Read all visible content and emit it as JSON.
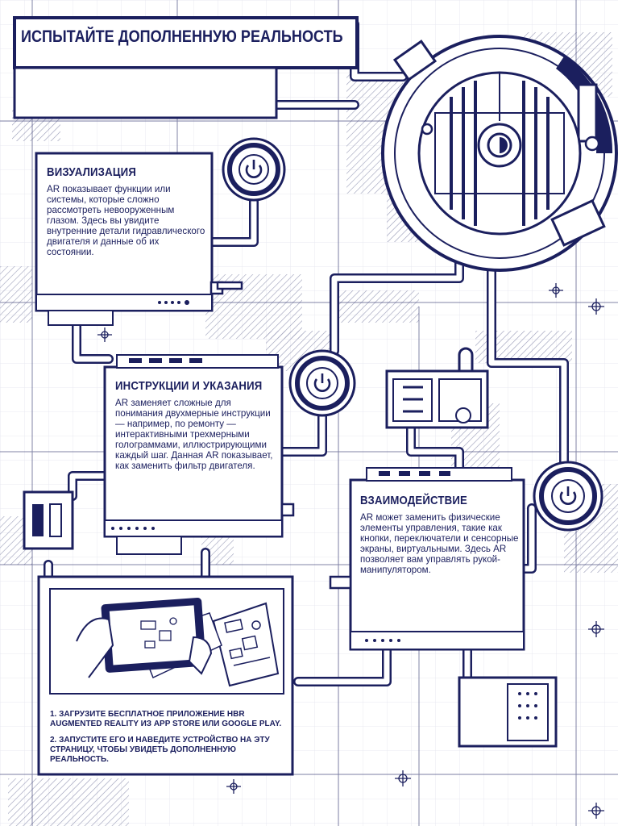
{
  "title": "ИСПЫТАЙТЕ ДОПОЛНЕННУЮ РЕАЛЬНОСТЬ",
  "sections": {
    "visualization": {
      "heading": "ВИЗУАЛИЗАЦИЯ",
      "text": "AR показывает функции или системы, которые сложно рассмотреть невооруженным глазом. Здесь вы увидите внутренние детали гидравлического двигателя и данные об их состоянии."
    },
    "instructions": {
      "heading": "ИНСТРУКЦИИ И УКАЗАНИЯ",
      "text": "AR заменяет сложные для понимания двухмерные инструкции — например, по ремонту — интерактивными трехмерными голограммами, иллюстрирующими каждый шаг. Данная AR показывает, как заменить фильтр двигателя."
    },
    "interaction": {
      "heading": "ВЗАИМОДЕЙСТВИЕ",
      "text": "AR может заменить физические элементы управления, такие как кнопки, переключатели и сенсорные экраны, виртуальными. Здесь AR позволяет вам управлять рукой-манипулятором."
    }
  },
  "steps": [
    "1. ЗАГРУЗИТЕ БЕСПЛАТНОЕ ПРИЛОЖЕНИЕ HBR AUGMENTED REALITY ИЗ APP STORE ИЛИ GOOGLE PLAY.",
    "2. ЗАПУСТИТЕ ЕГО И НАВЕДИТЕ УСТРОЙСТВО НА ЭТУ СТРАНИЦУ, ЧТОБЫ УВИДЕТЬ ДОПОЛНЕННУЮ РЕАЛЬНОСТЬ."
  ],
  "icons": [
    "power-icon",
    "power-icon",
    "power-icon",
    "tablet-icon",
    "engine-icon"
  ],
  "colors": {
    "ink": "#1b1f5e",
    "hatch": "#9a9cb8",
    "paper": "#ffffff"
  }
}
